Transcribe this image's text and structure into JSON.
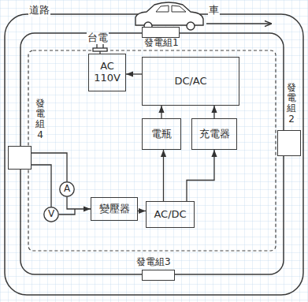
{
  "diagram": {
    "nodes": [
      {
        "text": [
          "發電組1"
        ]
      },
      {
        "text": [
          "AC 110V"
        ]
      },
      {
        "text": [
          "DC/AC"
        ]
      },
      {
        "text": [
          "發電組4"
        ]
      },
      {
        "text": [
          "發電組2"
        ]
      },
      {
        "text": [
          "電瓶"
        ]
      },
      {
        "text": [
          "充電器"
        ]
      },
      {
        "text": [
          "A"
        ]
      },
      {
        "text": [
          "V"
        ]
      },
      {
        "text": [
          "變壓器"
        ]
      },
      {
        "text": [
          "AC/DC"
        ]
      },
      {
        "text": [
          "發電組3"
        ]
      }
    ],
    "edges": [
      {
        "from": 2,
        "to": 1,
        "arrow": "to"
      },
      {
        "from": 5,
        "to": 2,
        "arrow": "to"
      },
      {
        "from": 6,
        "to": 2,
        "arrow": "to"
      },
      {
        "from": 10,
        "to": 5,
        "arrow": "to"
      },
      {
        "from": 10,
        "to": 6,
        "arrow": "to"
      },
      {
        "from": 9,
        "to": 10,
        "arrow": "to"
      },
      {
        "from": 3,
        "to": 7,
        "arrow": "none"
      },
      {
        "from": 3,
        "to": 8,
        "arrow": "none"
      },
      {
        "from": 7,
        "to": 9,
        "arrow": "to"
      }
    ],
    "labels": [
      "道路",
      "車",
      "台電"
    ]
  }
}
